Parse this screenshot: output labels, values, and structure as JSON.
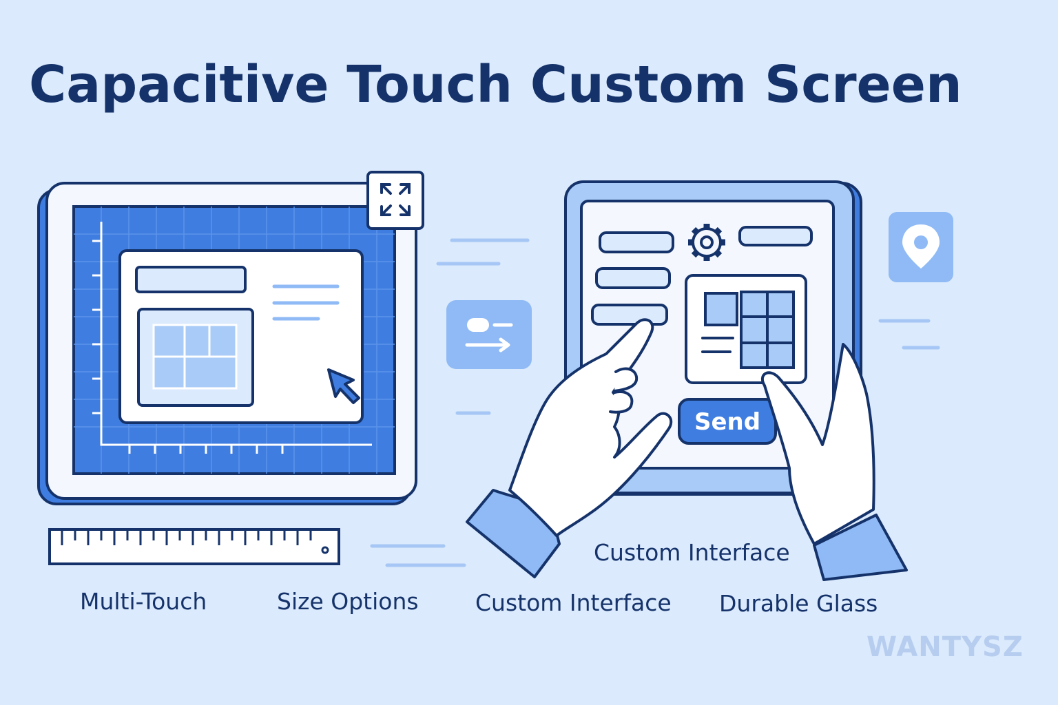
{
  "title": "Capacitive Touch Custom Screen",
  "send_button_label": "Send",
  "captions": {
    "multi_touch": "Multi-Touch",
    "size_options": "Size Options",
    "custom_interface_bottom": "Custom Interface",
    "durable_glass": "Durable Glass",
    "custom_interface_top": "Custom Interface"
  },
  "watermark": "WANTYSZ",
  "colors": {
    "background": "#dbeafc",
    "navy": "#15336a",
    "accent_blue": "#3f7ee0",
    "light_blue": "#8fbaf5",
    "white": "#ffffff"
  },
  "icons": [
    "expand-arrows-icon",
    "cursor-arrow-icon",
    "sliders-toggle-icon",
    "gear-icon",
    "map-pin-icon",
    "ruler-icon",
    "pointing-hand",
    "holding-hand"
  ]
}
